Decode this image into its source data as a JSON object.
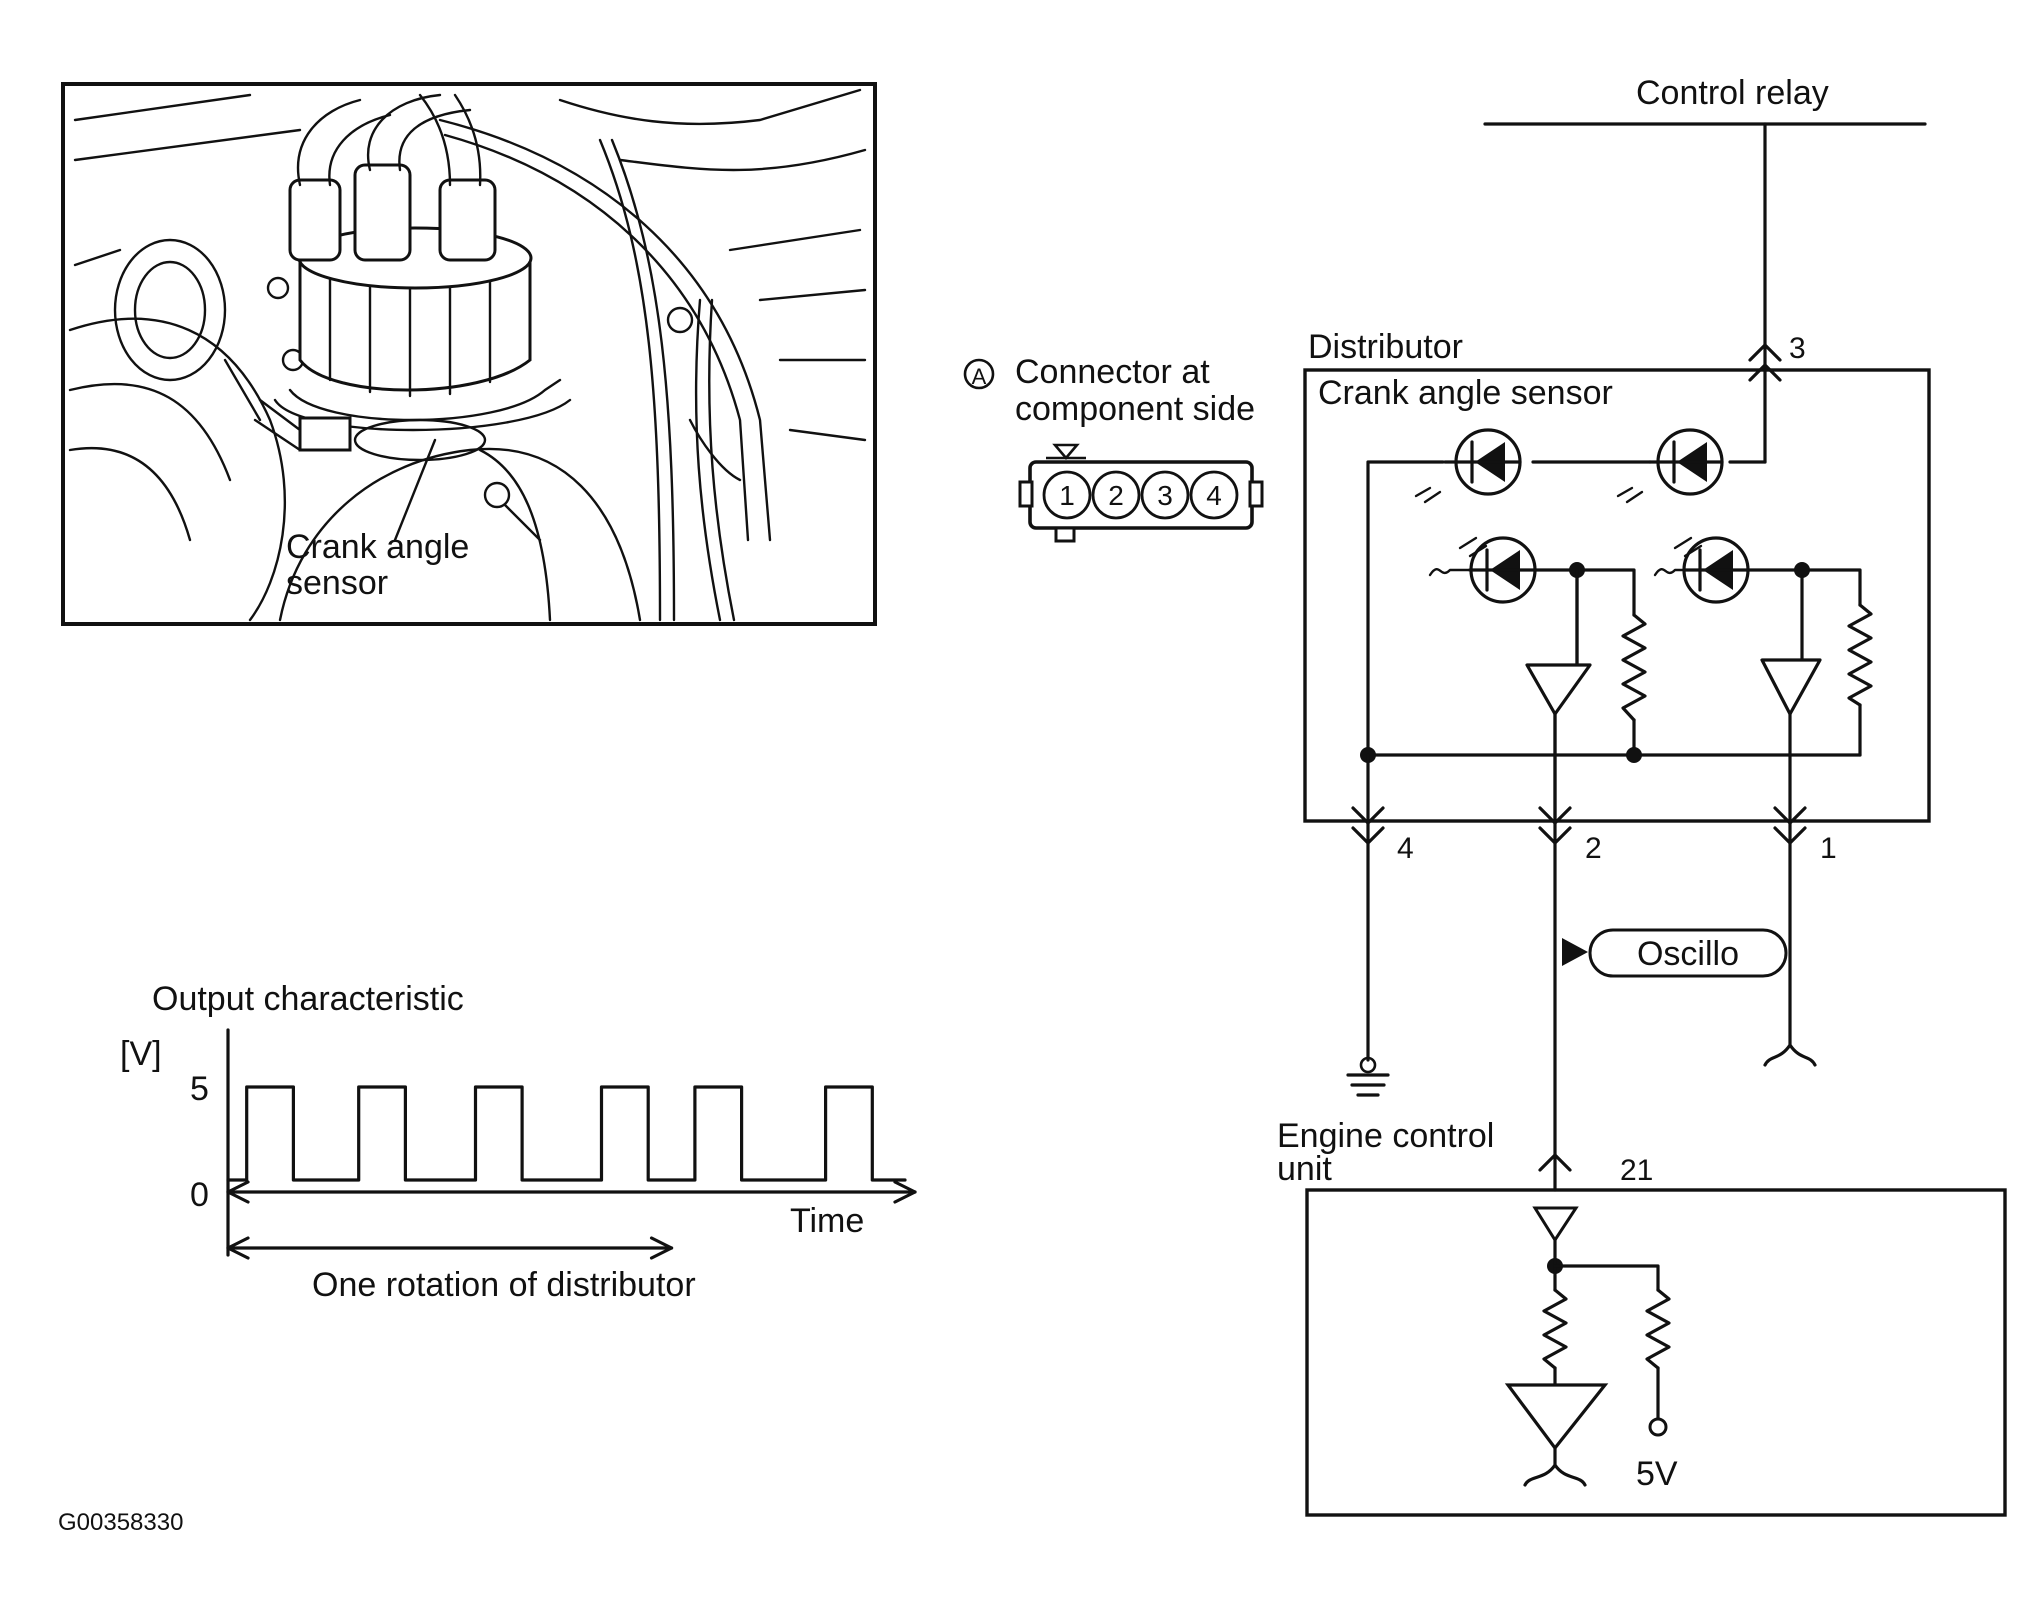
{
  "photo": {
    "sensor_label_line1": "Crank angle",
    "sensor_label_line2": "sensor"
  },
  "connector": {
    "badge": "A",
    "caption_line1": "Connector at",
    "caption_line2": "component side",
    "pins": [
      "1",
      "2",
      "3",
      "4"
    ]
  },
  "schematic": {
    "control_relay": "Control relay",
    "distributor": "Distributor",
    "crank_angle_sensor": "Crank angle sensor",
    "terminal_3": "3",
    "terminal_4": "4",
    "terminal_2": "2",
    "terminal_1": "1",
    "oscillo": "Oscillo",
    "ecu_line1": "Engine control",
    "ecu_line2": "unit",
    "terminal_21": "21",
    "supply": "5V"
  },
  "chart_data": {
    "type": "line",
    "title": "Output characteristic",
    "ylabel": "[V]",
    "xlabel": "Time",
    "yticks": [
      "5",
      "0"
    ],
    "ylim": [
      0,
      5
    ],
    "series": [
      {
        "values": [
          [
            0,
            0
          ],
          [
            0.4,
            0
          ],
          [
            0.4,
            5
          ],
          [
            1.4,
            5
          ],
          [
            1.4,
            0
          ],
          [
            2.8,
            0
          ],
          [
            2.8,
            5
          ],
          [
            3.8,
            5
          ],
          [
            3.8,
            0
          ],
          [
            5.3,
            0
          ],
          [
            5.3,
            5
          ],
          [
            6.3,
            5
          ],
          [
            6.3,
            0
          ],
          [
            8.0,
            0
          ],
          [
            8.0,
            5
          ],
          [
            9.0,
            5
          ],
          [
            9.0,
            0
          ],
          [
            10.0,
            0
          ],
          [
            10.0,
            5
          ],
          [
            11.0,
            5
          ],
          [
            11.0,
            0
          ],
          [
            12.8,
            0
          ],
          [
            12.8,
            5
          ],
          [
            13.8,
            5
          ],
          [
            13.8,
            0
          ],
          [
            14.5,
            0
          ]
        ]
      }
    ],
    "xlim": [
      0,
      14.5
    ],
    "annotation": "One rotation of distributor",
    "annotation_span": [
      0,
      9.5
    ]
  },
  "figure_code": "G00358330"
}
